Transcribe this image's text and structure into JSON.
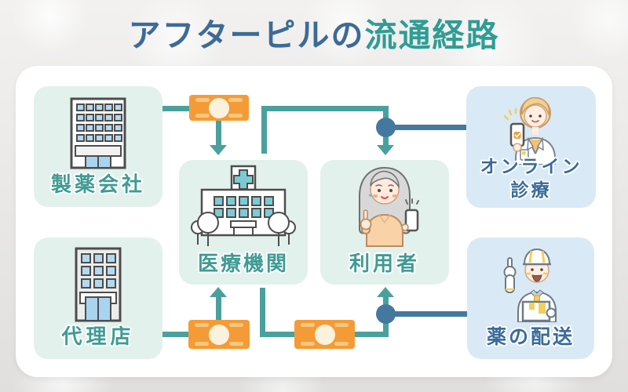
{
  "title": {
    "prefix": "アフターピルの",
    "suffix": "流通経路"
  },
  "nodes": {
    "pharma": {
      "label": "製薬会社"
    },
    "agency": {
      "label": "代理店"
    },
    "medical": {
      "label": "医療機関"
    },
    "user": {
      "label": "利用者"
    },
    "online": {
      "label": "オンライン診療",
      "line1": "オンライン",
      "line2": "診療"
    },
    "delivery": {
      "label": "薬の配送"
    }
  },
  "icons": {
    "pharma": "office-building-icon",
    "agency": "branch-building-icon",
    "medical": "hospital-icon",
    "user": "woman-with-phone-icon",
    "online": "doctor-with-phone-icon",
    "delivery": "delivery-man-icon",
    "package": "medicine-package-icon"
  },
  "colors": {
    "teal_accent": "#49a19e",
    "blue_accent": "#44789f",
    "orange_package": "#f49b38",
    "mint_box": "#e3f1ec",
    "blue_box": "#d9e9f6",
    "title_blue": "#3d6b96",
    "title_teal": "#2e9d94",
    "mint_label": "#3f9b93",
    "blue_label": "#3a6b99"
  }
}
